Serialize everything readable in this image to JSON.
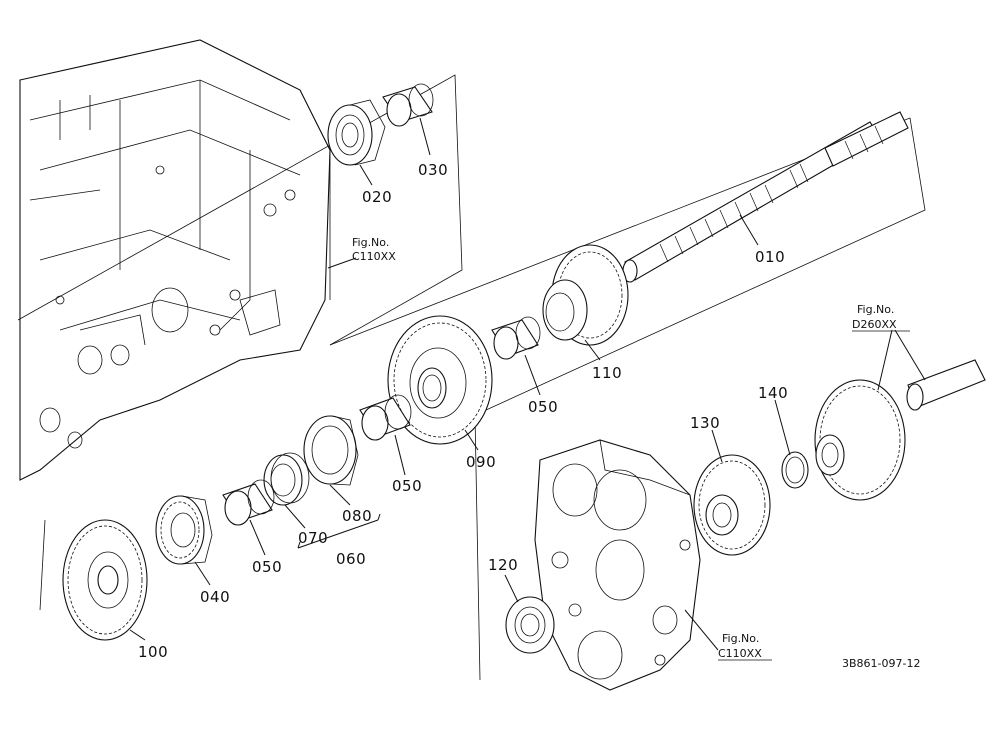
{
  "parts": {
    "p010": "010",
    "p020": "020",
    "p030": "030",
    "p040": "040",
    "p050a": "050",
    "p050b": "050",
    "p050c": "050",
    "p060": "060",
    "p070": "070",
    "p080": "080",
    "p090": "090",
    "p100": "100",
    "p110": "110",
    "p120": "120",
    "p130": "130",
    "p140": "140"
  },
  "fig_refs": {
    "ref1": {
      "label": "Fig.No.",
      "code": "C110XX"
    },
    "ref2": {
      "label": "Fig.No.",
      "code": "D260XX"
    },
    "ref3": {
      "label": "Fig.No.",
      "code": "C110XX"
    }
  },
  "drawing_id": "3B861-097-12"
}
